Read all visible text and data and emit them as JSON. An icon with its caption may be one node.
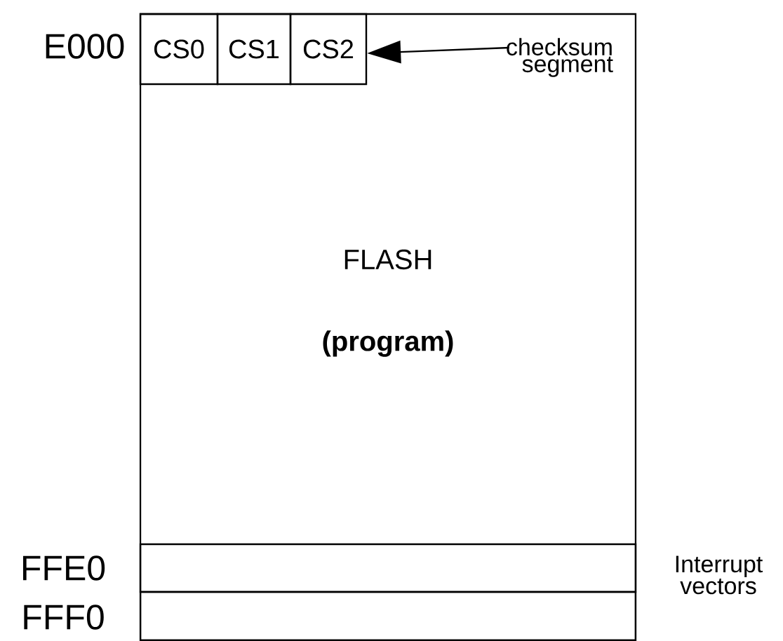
{
  "diagram": {
    "nodes": [
      {
        "text": [
          "FLASH",
          "(program)"
        ]
      },
      {
        "text": [
          "CS0"
        ],
        "in": 0
      },
      {
        "text": [
          "CS1"
        ],
        "in": 0
      },
      {
        "text": [
          "CS2"
        ],
        "in": 0
      },
      {
        "text": [
          "checksum segment"
        ],
        "in": 0
      },
      {
        "text": [],
        "shape": "box",
        "in": 0
      },
      {
        "text": [],
        "shape": "box",
        "in": 0
      }
    ],
    "edges": [
      {
        "from": 4,
        "to": 3,
        "arrow": "to"
      }
    ],
    "labels": [
      "E000",
      "FFE0",
      "FFF0",
      "Interrupt vectors"
    ]
  }
}
